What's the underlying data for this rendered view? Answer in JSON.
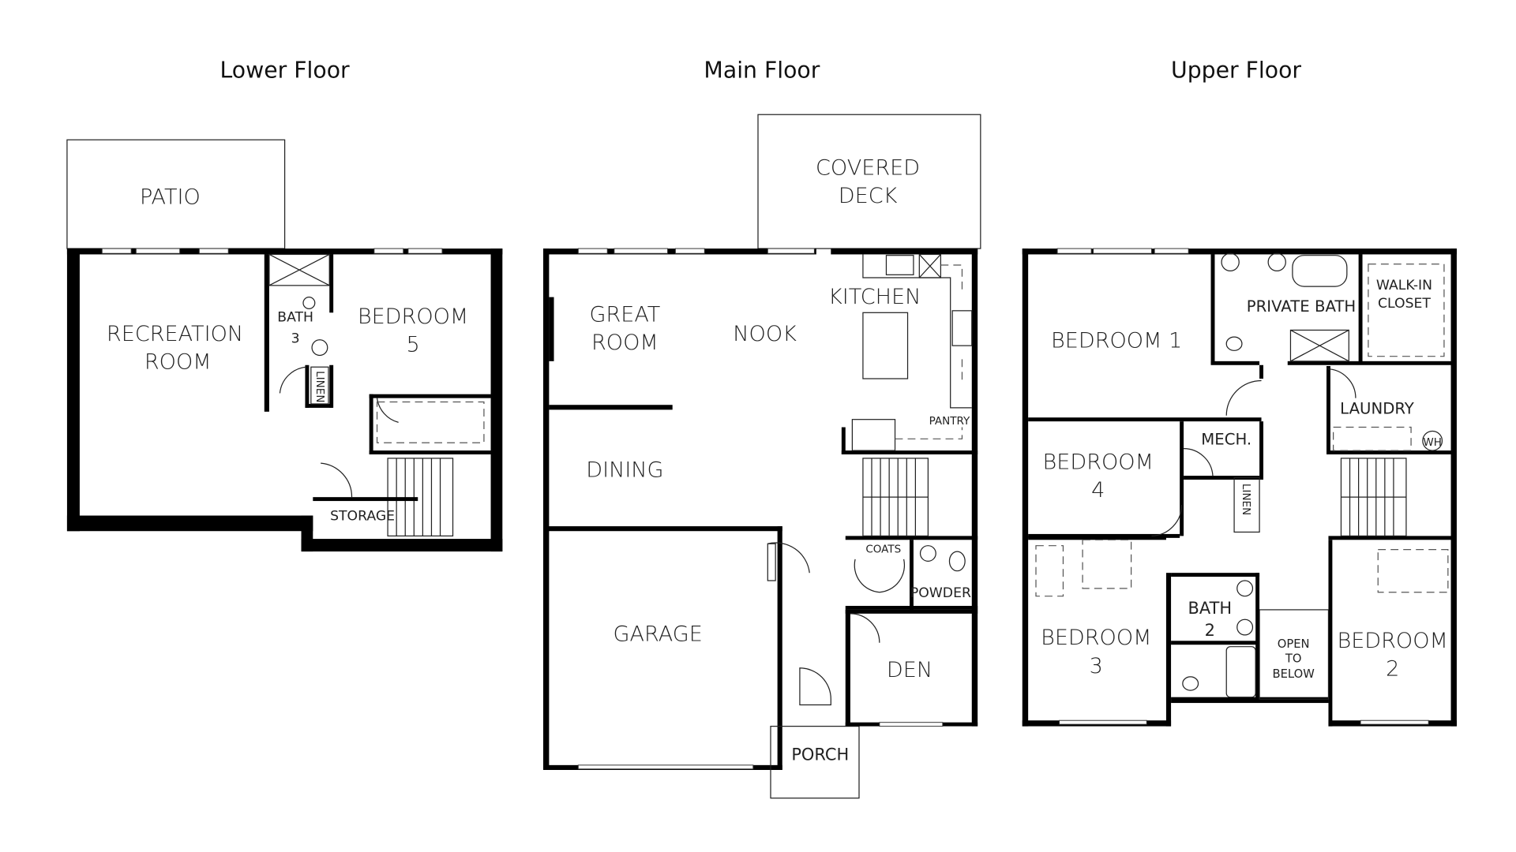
{
  "floors": {
    "lower": {
      "title": "Lower Floor",
      "rooms": {
        "patio": "PATIO",
        "recreation_1": "RECREATION",
        "recreation_2": "ROOM",
        "bath_1": "BATH",
        "bath_2": "3",
        "bedroom_1": "BEDROOM",
        "bedroom_2": "5",
        "linen": "LINEN",
        "storage": "STORAGE"
      }
    },
    "main": {
      "title": "Main Floor",
      "rooms": {
        "deck_1": "COVERED",
        "deck_2": "DECK",
        "great_1": "GREAT",
        "great_2": "ROOM",
        "nook": "NOOK",
        "kitchen": "KITCHEN",
        "pantry": "PANTRY",
        "dining": "DINING",
        "garage": "GARAGE",
        "coats": "COATS",
        "powder": "POWDER",
        "den": "DEN",
        "porch": "PORCH"
      }
    },
    "upper": {
      "title": "Upper Floor",
      "rooms": {
        "bedroom1": "BEDROOM 1",
        "private_bath": "PRIVATE BATH",
        "walkin_1": "WALK-IN",
        "walkin_2": "CLOSET",
        "laundry": "LAUNDRY",
        "wh": "WH",
        "mech": "MECH.",
        "bedroom4_1": "BEDROOM",
        "bedroom4_2": "4",
        "linen": "LINEN",
        "bath2_1": "BATH",
        "bath2_2": "2",
        "bedroom3_1": "BEDROOM",
        "bedroom3_2": "3",
        "open_1": "OPEN",
        "open_2": "TO",
        "open_3": "BELOW",
        "bedroom2_1": "BEDROOM",
        "bedroom2_2": "2"
      }
    }
  }
}
